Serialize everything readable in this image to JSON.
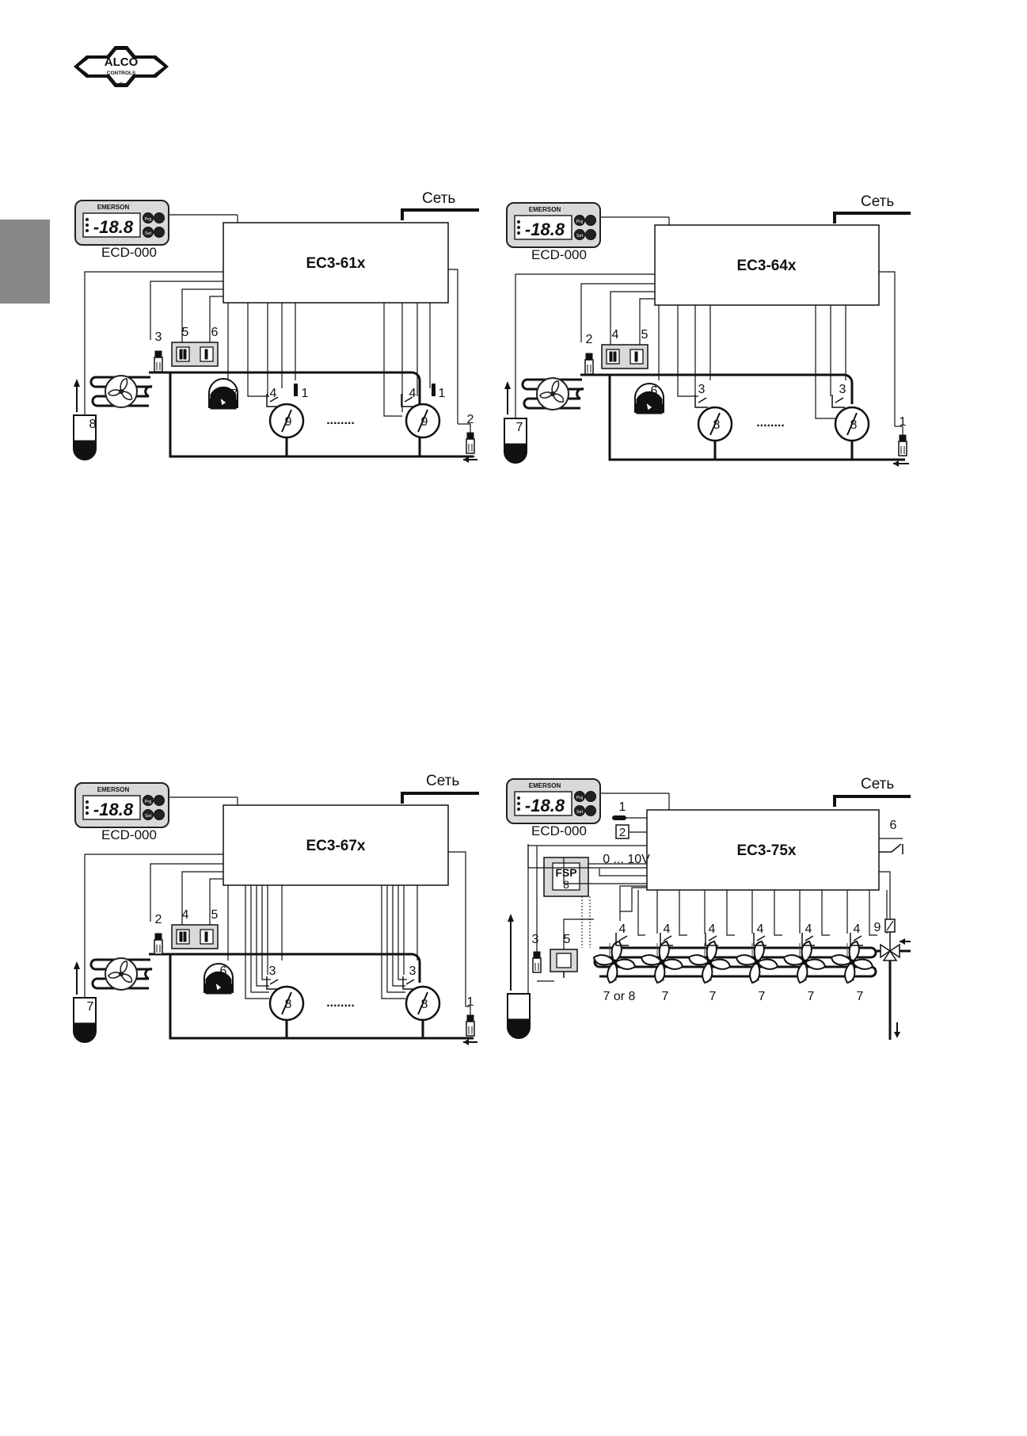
{
  "logo": {
    "line1": "ALCO",
    "line2": "CONTROLS",
    "mark": "®"
  },
  "display": {
    "brand": "EMERSON",
    "readout": "-18.8",
    "btn_prg": "Prg",
    "btn_set": "Set",
    "model": "ECD-000"
  },
  "mains_label": "Сеть",
  "dots": "........",
  "diagrams": [
    {
      "controller": "EC3-61x",
      "labels": {
        "pt": "3",
        "sw1": "5",
        "sw2": "6",
        "level": "7",
        "hp": "4",
        "temp": "1",
        "comp": "9",
        "rec": "8",
        "lp": "2"
      }
    },
    {
      "controller": "EC3-64x",
      "labels": {
        "pt": "2",
        "sw1": "4",
        "sw2": "5",
        "level": "6",
        "hp": "3",
        "comp": "8",
        "rec": "7",
        "lp": "1"
      }
    },
    {
      "controller": "EC3-67x",
      "labels": {
        "pt": "2",
        "sw1": "4",
        "sw2": "5",
        "level": "6",
        "hp": "3",
        "comp": "8",
        "rec": "7",
        "lp": "1"
      }
    },
    {
      "controller": "EC3-75x",
      "labels": {
        "sensor1": "1",
        "sensor2": "2",
        "pt": "3",
        "sw": "5",
        "relay": "6",
        "valve": "9",
        "fsp": "FSP",
        "fsp_num": "8",
        "voltage": "0 ... 10V",
        "fan_protect": "4",
        "fan_first": "7 or 8",
        "fan": "7"
      }
    }
  ]
}
